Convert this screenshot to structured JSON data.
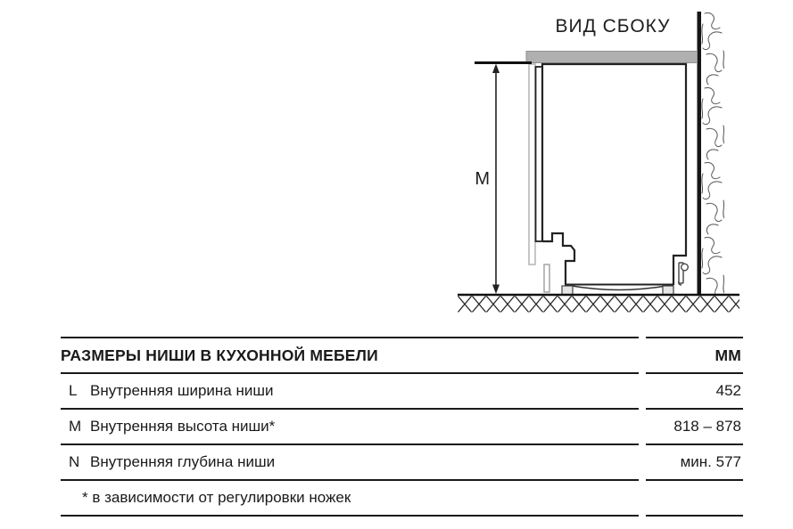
{
  "diagram": {
    "title": "ВИД СБОКУ",
    "dimension_label": "M"
  },
  "table": {
    "header": {
      "title": "РАЗМЕРЫ НИШИ В КУХОННОЙ МЕБЕЛИ",
      "unit": "ММ"
    },
    "rows": [
      {
        "key": "L",
        "label": "Внутренняя ширина ниши",
        "value": "452"
      },
      {
        "key": "M",
        "label": "Внутренняя высота ниши*",
        "value": "818 – 878"
      },
      {
        "key": "N",
        "label": "Внутренняя глубина ниши",
        "value": "мин. 577"
      }
    ],
    "footnote": "* в зависимости от регулировки ножек"
  },
  "colors": {
    "line": "#1a1a1a",
    "countertop": "#b0b0b0"
  }
}
